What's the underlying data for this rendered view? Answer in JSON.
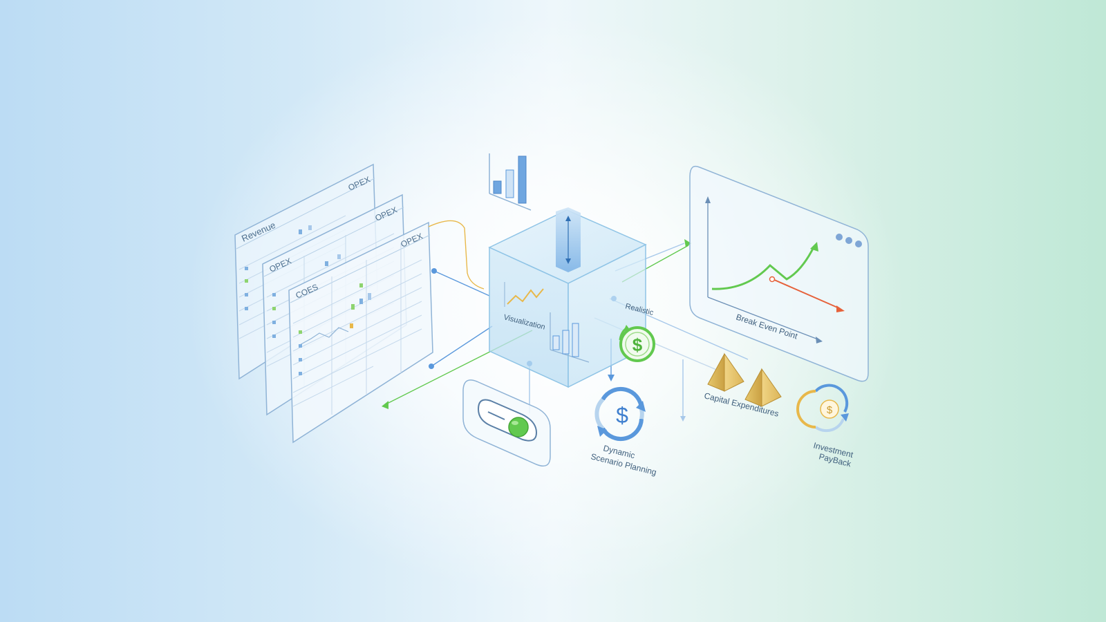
{
  "colors": {
    "outline": "#8fb3d6",
    "cube_fill": "#bfe0f5",
    "accent_blue": "#5a98dc",
    "accent_green": "#62c94f",
    "accent_orange": "#e6613a",
    "accent_yellow": "#e8b84a",
    "pyramid": "#d9b55a"
  },
  "sheets": {
    "back": {
      "title": "Revenue",
      "tag": "OPEX"
    },
    "middle": {
      "title": "OPEX",
      "tag": "OPEX"
    },
    "front": {
      "title": "COES",
      "tag": "OPEX"
    }
  },
  "cube": {
    "left_label": "Visualization",
    "right_label": "Realistic"
  },
  "right_chart": {
    "label": "Break Even Point",
    "window_dots": 3
  },
  "toggle": {
    "state": "on"
  },
  "labels": {
    "scenario_line1": "Dynamic",
    "scenario_line2": "Scenario Planning",
    "capex": "Capital Expenditures",
    "payback_line1": "Investment",
    "payback_line2": "PayBack",
    "dollar": "$"
  }
}
